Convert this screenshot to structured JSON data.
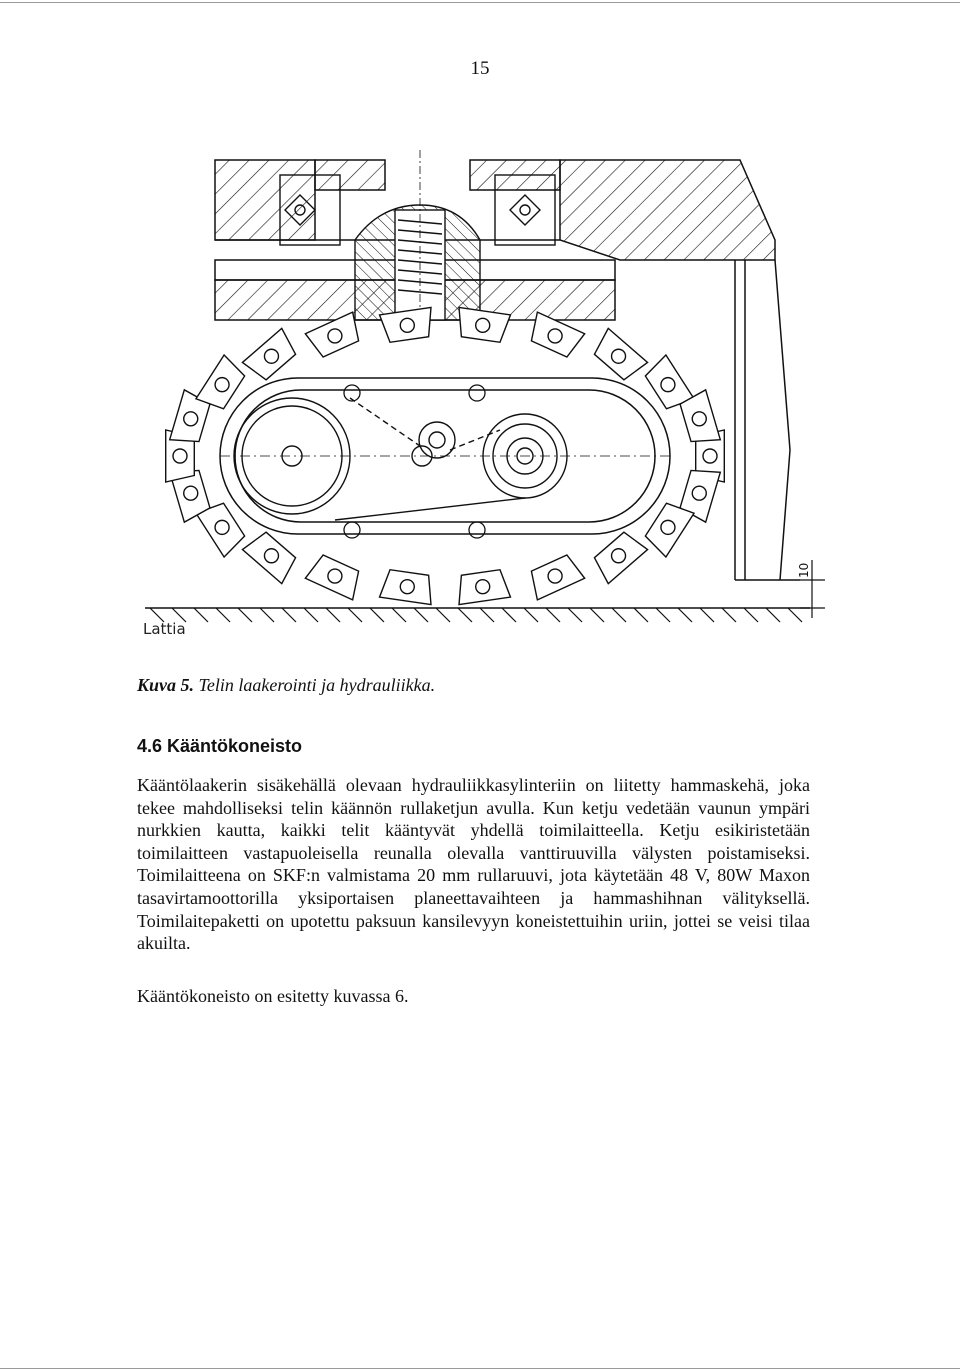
{
  "page": {
    "number": "15"
  },
  "figure": {
    "floor_label": "Lattia",
    "dimension_label": "10",
    "caption_label": "Kuva 5.",
    "caption_text": "Telin laakerointi ja hydrauliikka."
  },
  "section": {
    "heading": "4.6 Kääntökoneisto",
    "paragraph1": "Kääntölaakerin sisäkehällä olevaan hydrauliikkasylinteriin on liitetty hammaskehä, joka tekee mahdolliseksi telin käännön rullaketjun avulla. Kun ketju vedetään vaunun ympäri nurkkien kautta, kaikki telit kääntyvät yhdellä toimilaitteella. Ketju esikiristetään toimilaitteen vastapuoleisella reunalla olevalla vanttiruuvilla välysten poistamiseksi. Toimilaitteena on SKF:n valmistama 20 mm rullaruuvi, jota käytetään 48 V, 80W Maxon tasavirtamoottorilla yksiportaisen planeettavaihteen ja hammashihnan välityksellä. Toimilaitepaketti on upotettu paksuun kansilevyyn koneistettuihin uriin, jottei se veisi tilaa akuilta.",
    "paragraph2": "Kääntökoneisto on esitetty kuvassa 6."
  }
}
